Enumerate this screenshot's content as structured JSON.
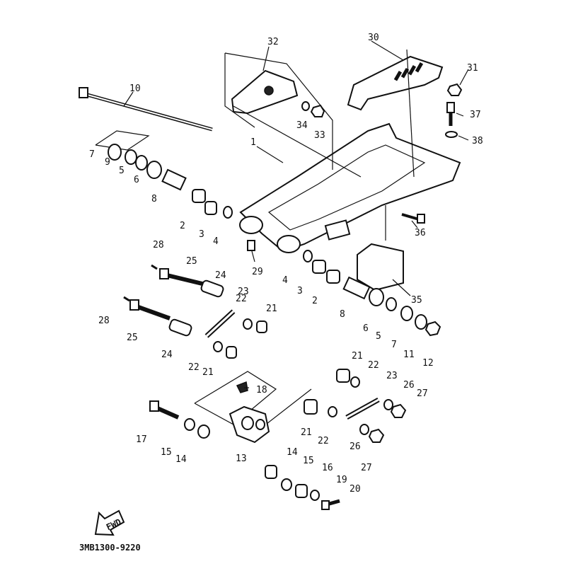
{
  "diagram": {
    "part_number_code": "3MB1300-9220",
    "fwd_label": "FWD",
    "callouts": [
      "32",
      "30",
      "31",
      "10",
      "34",
      "33",
      "37",
      "38",
      "1",
      "7",
      "9",
      "5",
      "6",
      "8",
      "2",
      "3",
      "4",
      "36",
      "28",
      "29",
      "25",
      "24",
      "4",
      "3",
      "2",
      "35",
      "23",
      "22",
      "21",
      "28",
      "25",
      "24",
      "8",
      "6",
      "5",
      "7",
      "11",
      "12",
      "22",
      "21",
      "21",
      "22",
      "23",
      "26",
      "27",
      "18",
      "17",
      "15",
      "14",
      "13",
      "21",
      "22",
      "26",
      "27",
      "14",
      "15",
      "16",
      "19",
      "20"
    ]
  }
}
